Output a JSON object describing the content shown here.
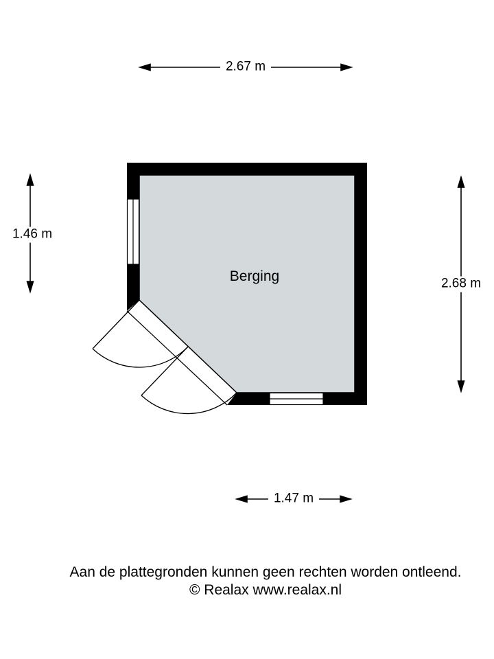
{
  "colors": {
    "wall": "#000000",
    "floor": "#d4d9dc",
    "line": "#000000",
    "text": "#000000"
  },
  "plan": {
    "room_label": "Berging",
    "dimensions": {
      "top": "2.67 m",
      "left": "1.46 m",
      "right": "2.68 m",
      "bottom": "1.47 m"
    }
  },
  "footer": {
    "disclaimer": "Aan de plattegronden kunnen geen rechten worden ontleend.",
    "copyright": "© Realax www.realax.nl"
  }
}
